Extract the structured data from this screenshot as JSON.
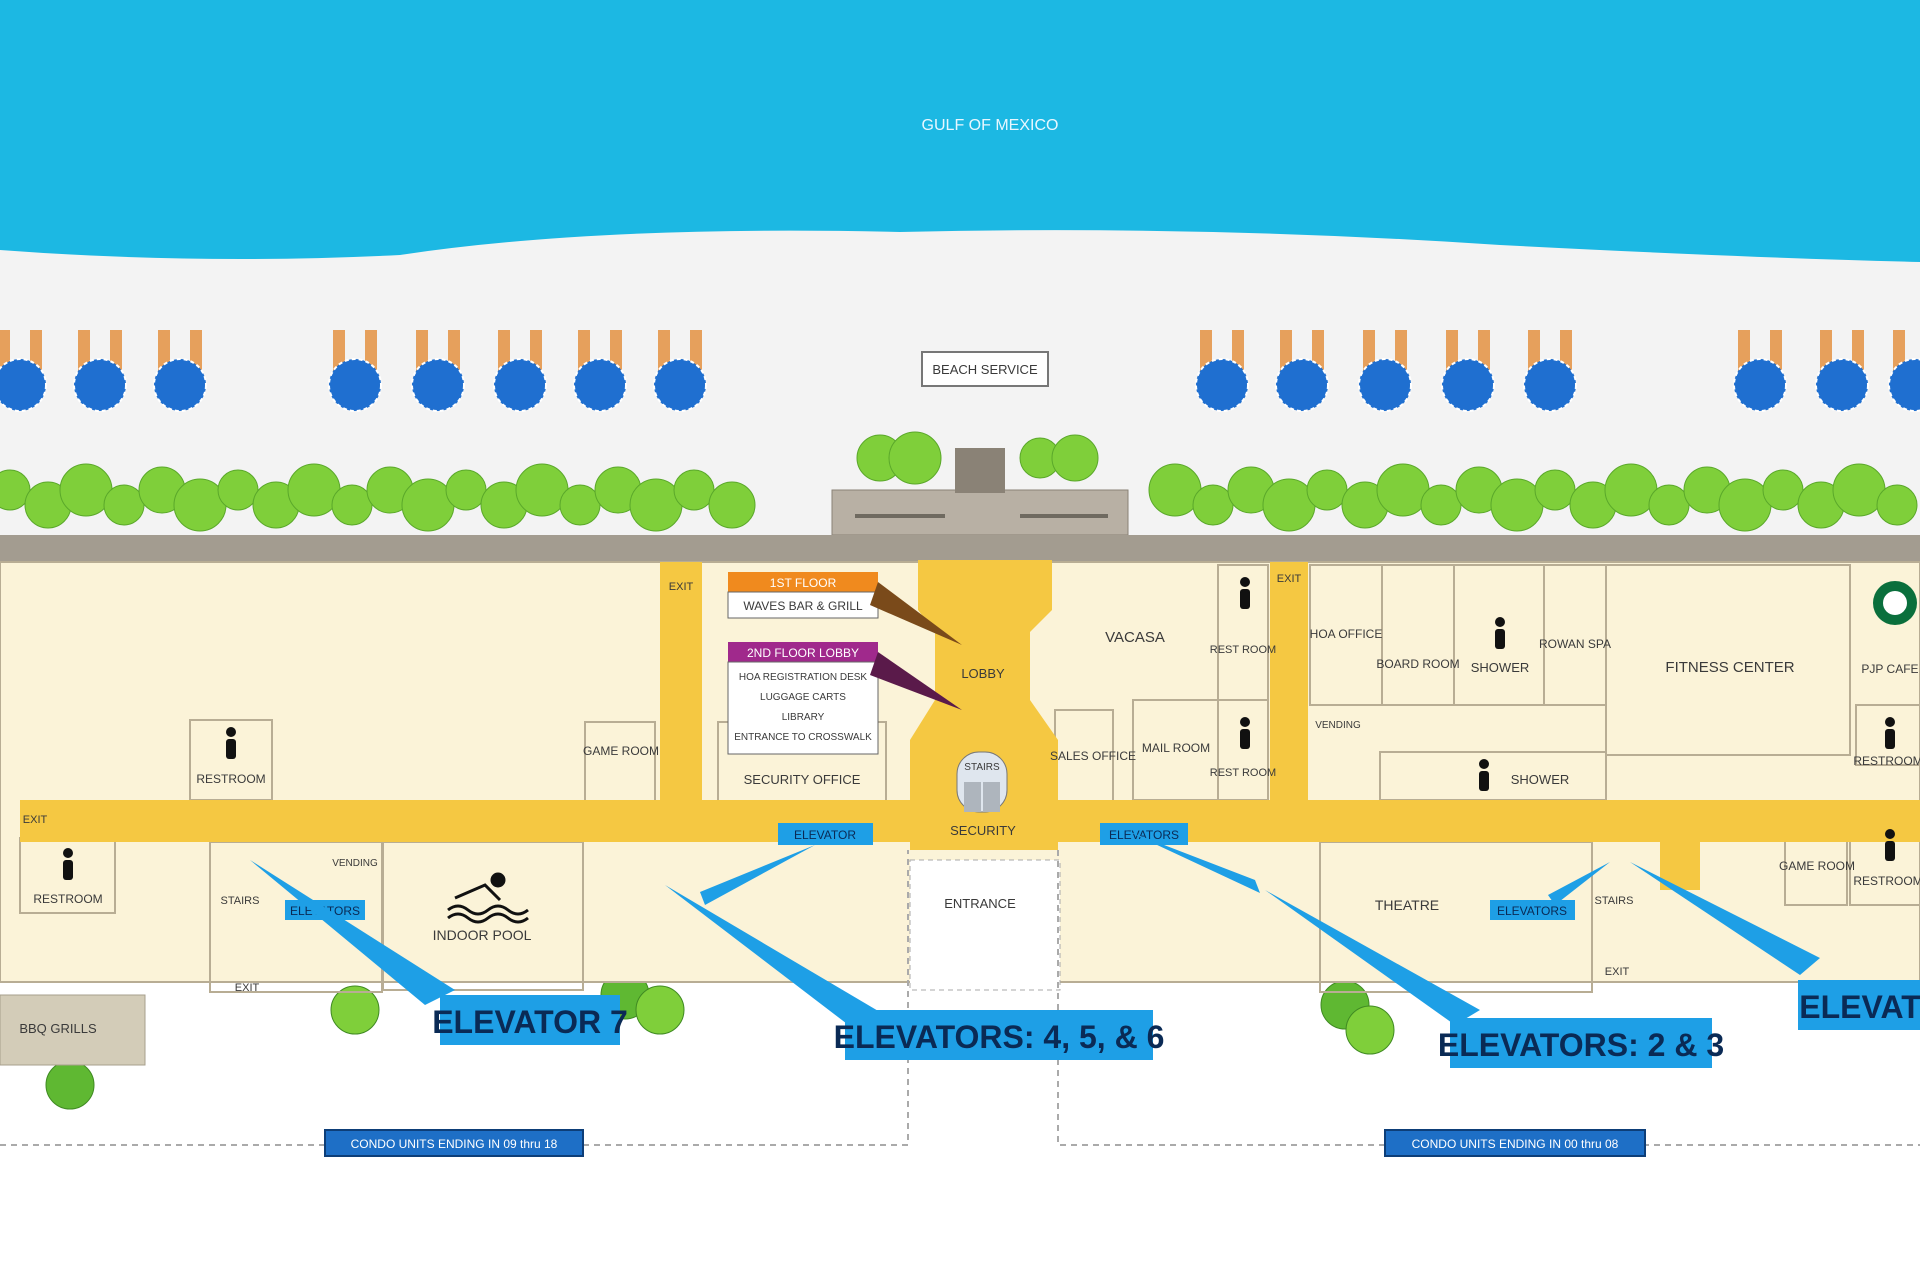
{
  "water": {
    "label": "GULF OF MEXICO",
    "color": "#1cb8e3"
  },
  "beach": {
    "service_label": "BEACH SERVICE",
    "sand_color": "#f3f3f3"
  },
  "colors": {
    "corridor": "#f5c842",
    "room": "#fbf3d8",
    "callout": "#1e9fe6",
    "umbrella": "#1f6fd0",
    "tree": "#7fcf3a"
  },
  "floors": {
    "first": {
      "tag": "1ST FLOOR",
      "item": "WAVES BAR & GRILL"
    },
    "second": {
      "tag": "2ND FLOOR LOBBY",
      "items": [
        "HOA REGISTRATION DESK",
        "LUGGAGE CARTS",
        "LIBRARY",
        "ENTRANCE TO CROSSWALK"
      ]
    }
  },
  "rooms": {
    "restroom": "RESTROOM",
    "restroom_left": "RESTROOM",
    "restroom_right": "RESTROOM",
    "restroom_fr": "RESTROOM",
    "game_room": "GAME ROOM",
    "game_room_r": "GAME ROOM",
    "security_office": "SECURITY OFFICE",
    "lobby": "LOBBY",
    "stairs": "STAIRS",
    "security": "SECURITY",
    "vacasa": "VACASA",
    "rest_room_1": "REST ROOM",
    "rest_room_2": "REST ROOM",
    "sales_office": "SALES OFFICE",
    "mail_room": "MAIL ROOM",
    "hoa_office": "HOA OFFICE",
    "board_room": "BOARD ROOM",
    "shower": "SHOWER",
    "shower_2": "SHOWER",
    "rowan_spa": "ROWAN SPA",
    "fitness_center": "FITNESS CENTER",
    "vending": "VENDING",
    "vending_2": "VENDING",
    "stairs_l": "STAIRS",
    "stairs_r": "STAIRS",
    "exit_top_l": "EXIT",
    "exit_top_r": "EXIT",
    "exit_bot_l": "EXIT",
    "exit_bot_r": "EXIT",
    "exit_west": "EXIT",
    "indoor_pool": "INDOOR POOL",
    "bbq_grills": "BBQ GRILLS",
    "entrance": "ENTRANCE",
    "theatre": "THEATRE",
    "pjp_cafe": "PJP CAFE"
  },
  "callouts": {
    "elevator_7": "ELEVATOR 7",
    "elevators_456": "ELEVATORS: 4, 5, & 6",
    "elevators_23": "ELEVATORS: 2 & 3",
    "elevator_cut": "ELEVAT"
  },
  "elevator_tags": [
    "ELEVATOR",
    "ELEVATORS",
    "ELEVATORS",
    "ELEVATORS"
  ],
  "condo": {
    "left": "CONDO UNITS ENDING IN 09 thru 18",
    "right": "CONDO UNITS ENDING IN 00 thru 08"
  }
}
